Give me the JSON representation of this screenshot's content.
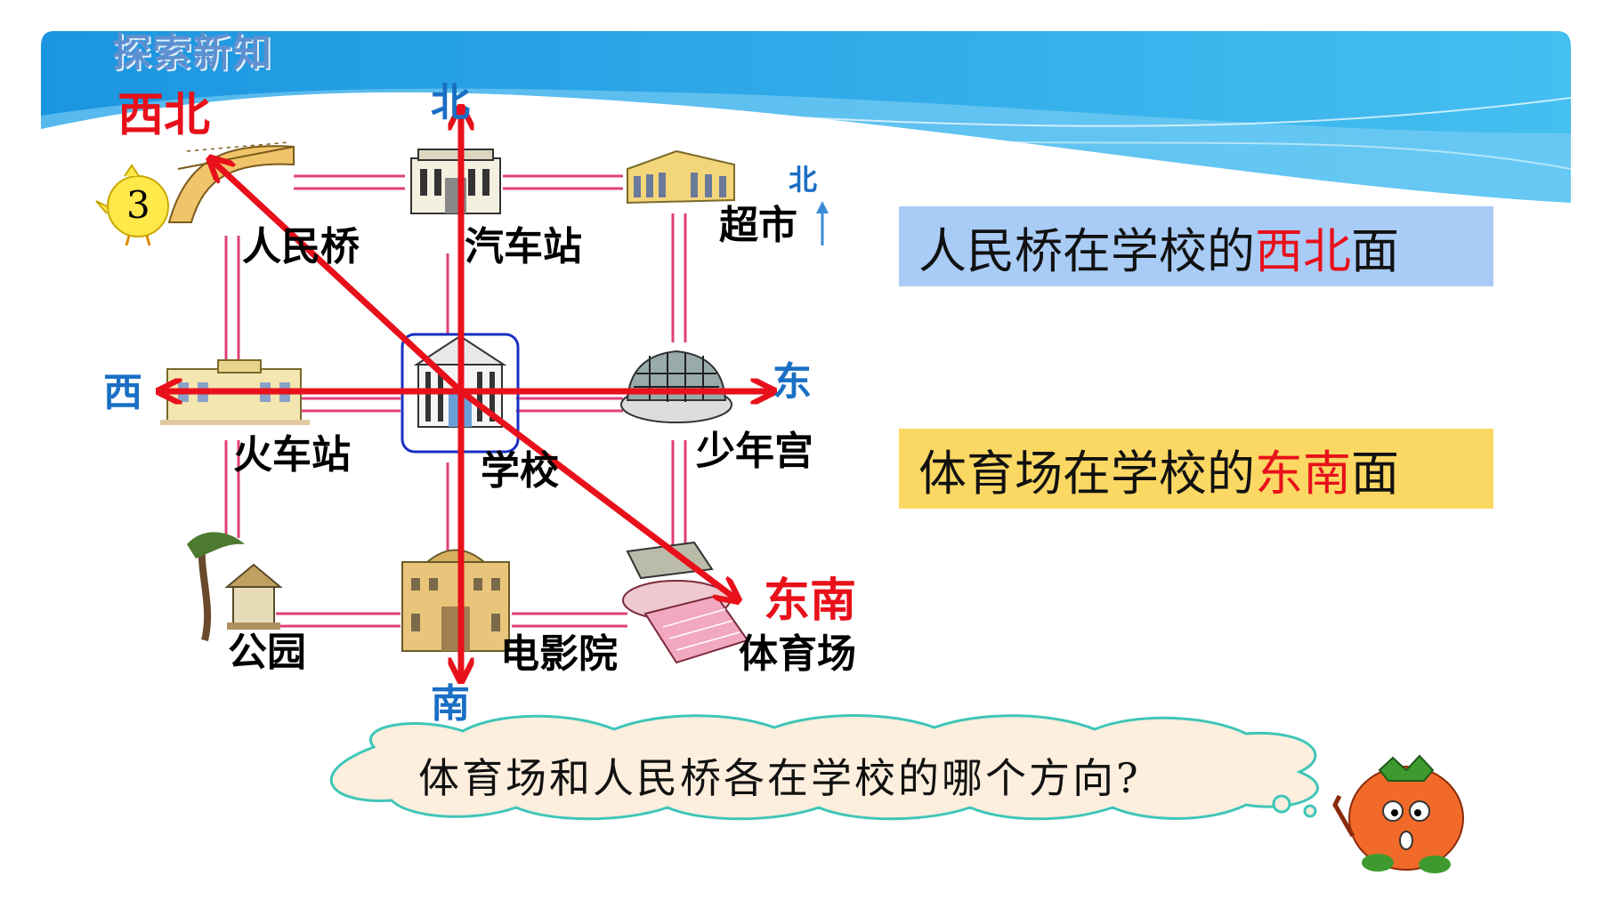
{
  "header": {
    "section_title": "探索新知"
  },
  "badge": {
    "number": "3"
  },
  "directions": {
    "north": "北",
    "south": "南",
    "east": "东",
    "west": "西",
    "northwest": "西北",
    "southeast": "东南",
    "small_north": "北"
  },
  "places": {
    "bridge": "人民桥",
    "bus_station": "汽车站",
    "supermarket": "超市",
    "train_station": "火车站",
    "school": "学校",
    "youth_palace": "少年宫",
    "park": "公园",
    "cinema": "电影院",
    "stadium": "体育场"
  },
  "statements": {
    "s1_prefix": "人民桥在学校的",
    "s1_highlight": "西北",
    "s1_suffix": "面",
    "s2_prefix": "体育场在学校的",
    "s2_highlight": "东南",
    "s2_suffix": "面"
  },
  "question": "体育场和人民桥各在学校的哪个方向?",
  "colors": {
    "arrow": "#e8101a",
    "road": "#e0407a",
    "header_blue": "#2aa3e8",
    "box_blue": "#a9ccf6",
    "box_yellow": "#fbd863",
    "cloud_fill": "#fdeedd",
    "cloud_stroke": "#3fc6b8"
  }
}
